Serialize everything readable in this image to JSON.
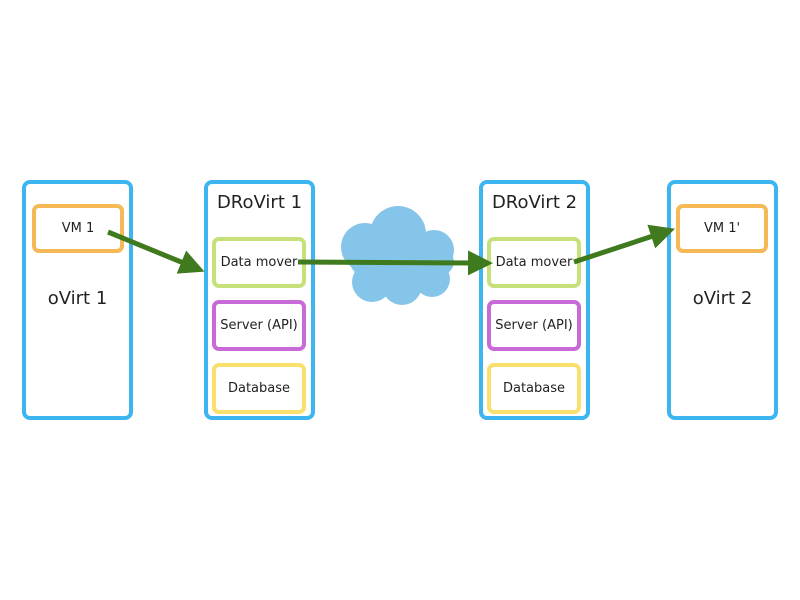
{
  "colors": {
    "container": "#3db5f0",
    "vm": "#f7b955",
    "data_mover": "#c6e07a",
    "server": "#c86ad8",
    "database": "#f9df6c",
    "arrow": "#3f7a1e",
    "cloud": "#86c5ea"
  },
  "icons": {
    "cloud": "cloud-icon",
    "arrow": "arrow-right-icon"
  },
  "ovirt1": {
    "label": "oVirt 1",
    "vm": "VM 1"
  },
  "drovirt1": {
    "label": "DRoVirt 1",
    "data_mover": "Data mover",
    "server": "Server (API)",
    "database": "Database"
  },
  "drovirt2": {
    "label": "DRoVirt 2",
    "data_mover": "Data mover",
    "server": "Server (API)",
    "database": "Database"
  },
  "ovirt2": {
    "label": "oVirt 2",
    "vm": "VM 1'"
  }
}
